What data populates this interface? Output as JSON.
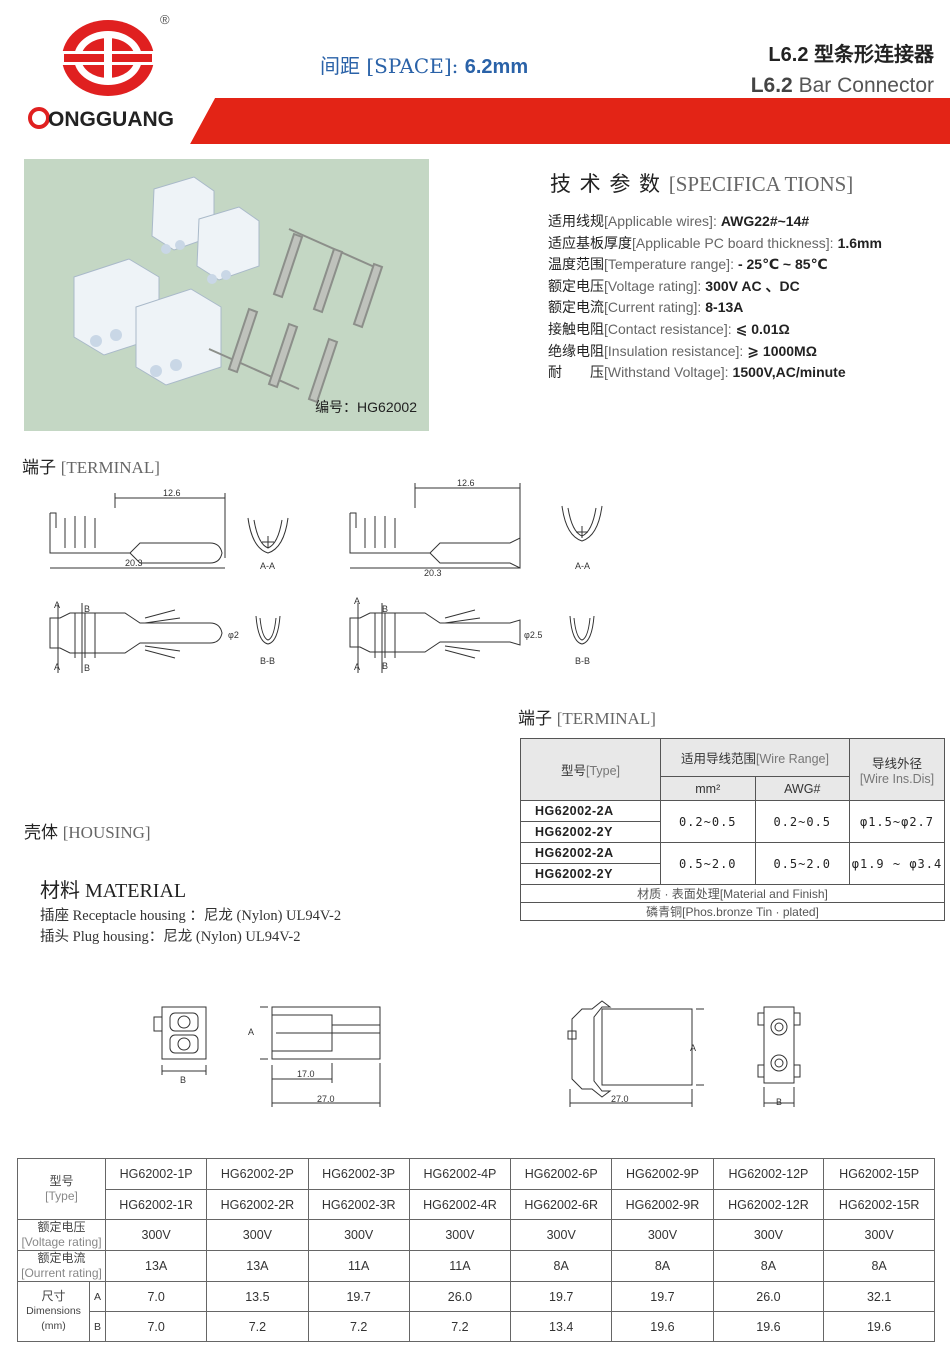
{
  "header": {
    "brand": "ONGGUANG",
    "registered": "®",
    "space_cn": "间距",
    "space_en": "[SPACE]:",
    "space_value": "6.2mm",
    "title_cn": "L6.2 型条形连接器",
    "title_en_model": "L6.2",
    "title_en": "Bar Connector"
  },
  "photo": {
    "caption": "编号：HG62002"
  },
  "specs": {
    "title_cn": "技 术 参 数",
    "title_en": "[SPECIFICA TIONS]",
    "items": [
      {
        "cn": "适用线规",
        "en": "[Applicable wires]:",
        "value": "AWG22#~14#"
      },
      {
        "cn": "适应基板厚度",
        "en": "[Applicable PC board thickness]:",
        "value": "1.6mm"
      },
      {
        "cn": "温度范围",
        "en": "[Temperature range]:",
        "value": "- 25℃ ~ 85℃"
      },
      {
        "cn": "额定电压",
        "en": "[Voltage rating]:",
        "value": "300V AC 、DC"
      },
      {
        "cn": "额定电流",
        "en": "[Current rating]:",
        "value": "8-13A"
      },
      {
        "cn": "接触电阻",
        "en": "[Contact resistance]:",
        "value": "⩽ 0.01Ω"
      },
      {
        "cn": "绝缘电阻",
        "en": "[Insulation resistance]:",
        "value": "⩾ 1000MΩ"
      },
      {
        "cn": "耐　　压",
        "en": "[Withstand Voltage]:",
        "value": "1500V,AC/minute"
      }
    ]
  },
  "terminal_section": {
    "cn": "端子",
    "en": "[TERMINAL]"
  },
  "terminal_drawing": {
    "dim_overall": "12.6",
    "dim_length": "20.3",
    "label_aa": "A-A",
    "label_bb": "B-B",
    "label_a": "A",
    "label_b": "B",
    "dia_male": "φ2",
    "dia_female": "φ2.5"
  },
  "terminal_table": {
    "section_cn": "端子",
    "section_en": "[TERMINAL]",
    "type_cn": "型号",
    "type_en": "[Type]",
    "range_cn": "适用导线范围",
    "range_en": "[Wire Range]",
    "mm2": "mm²",
    "awg": "AWG#",
    "dia_cn": "导线外径",
    "dia_en": "[Wire Ins.Dis]",
    "rows": [
      {
        "model": "HG62002-2A"
      },
      {
        "model": "HG62002-2Y"
      },
      {
        "model": "HG62002-2A"
      },
      {
        "model": "HG62002-2Y"
      }
    ],
    "groups": [
      {
        "mm2": "0.2~0.5",
        "awg": "0.2~0.5",
        "dia": "φ1.5~φ2.7"
      },
      {
        "mm2": "0.5~2.0",
        "awg": "0.5~2.0",
        "dia": "φ1.9 ~ φ3.4"
      }
    ],
    "finish_cn": "材质 · 表面处理",
    "finish_en": "[Material and Finish]",
    "material_cn": "磷青铜",
    "material_en": "[Phos.bronze Tin · plated]"
  },
  "housing_section": {
    "cn": "壳体",
    "en": "[HOUSING]"
  },
  "material": {
    "title_cn": "材料",
    "title_en": "MATERIAL",
    "lines": [
      {
        "cn": "插座",
        "en": "Receptacle housing",
        "sep": "：",
        "value": "尼龙 (Nylon) UL94V-2"
      },
      {
        "cn": "插头",
        "en": "Plug housing",
        "sep": "：",
        "value": "尼龙 (Nylon) UL94V-2"
      }
    ]
  },
  "housing_drawing": {
    "dim_a": "A",
    "dim_b": "B",
    "dim_17": "17.0",
    "dim_27": "27.0"
  },
  "bottom_table": {
    "type_cn": "型号",
    "type_en": "[Type]",
    "p_models": [
      "HG62002-1P",
      "HG62002-2P",
      "HG62002-3P",
      "HG62002-4P",
      "HG62002-6P",
      "HG62002-9P",
      "HG62002-12P",
      "HG62002-15P"
    ],
    "r_models": [
      "HG62002-1R",
      "HG62002-2R",
      "HG62002-3R",
      "HG62002-4R",
      "HG62002-6R",
      "HG62002-9R",
      "HG62002-12R",
      "HG62002-15R"
    ],
    "voltage_cn": "额定电压",
    "voltage_en": "[Voltage rating]",
    "voltage": [
      "300V",
      "300V",
      "300V",
      "300V",
      "300V",
      "300V",
      "300V",
      "300V"
    ],
    "current_cn": "额定电流",
    "current_en": "[Ourrent rating]",
    "current": [
      "13A",
      "13A",
      "11A",
      "11A",
      "8A",
      "8A",
      "8A",
      "8A"
    ],
    "dim_cn": "尺寸",
    "dim_en": "Dimensions",
    "dim_unit": "(mm)",
    "row_a_label": "A",
    "row_b_label": "B",
    "dim_a": [
      "7.0",
      "13.5",
      "19.7",
      "26.0",
      "19.7",
      "19.7",
      "26.0",
      "32.1"
    ],
    "dim_b": [
      "7.0",
      "7.2",
      "7.2",
      "7.2",
      "13.4",
      "19.6",
      "19.6",
      "19.6"
    ]
  }
}
